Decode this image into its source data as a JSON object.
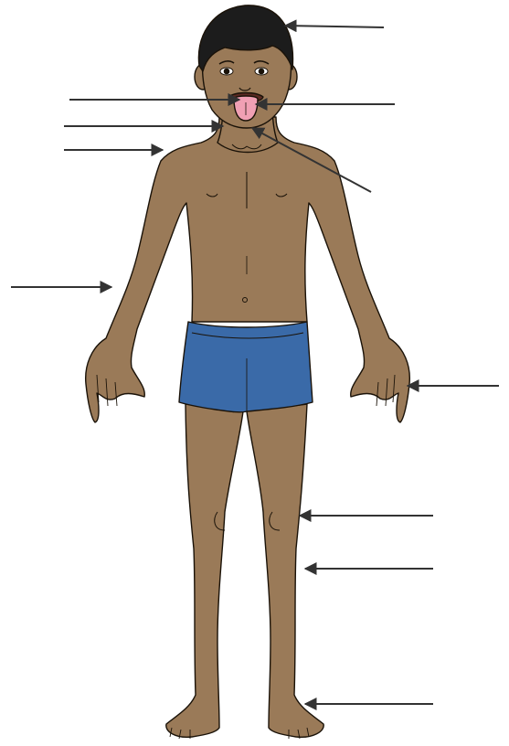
{
  "figure": {
    "background": "#ffffff",
    "skin_color": "#9a7a58",
    "skin_outline": "#1a1208",
    "hair_color": "#1c1c1c",
    "shorts_color": "#3a6aa8",
    "tongue_color": "#f0a0b4",
    "arrow_color": "#333333"
  },
  "labels": [
    {
      "id": "hair",
      "text": ""
    },
    {
      "id": "mouth",
      "text": ""
    },
    {
      "id": "tongue",
      "text": ""
    },
    {
      "id": "chin",
      "text": ""
    },
    {
      "id": "neck",
      "text": ""
    },
    {
      "id": "shoulder",
      "text": ""
    },
    {
      "id": "elbow",
      "text": ""
    },
    {
      "id": "fingers",
      "text": ""
    },
    {
      "id": "knee",
      "text": ""
    },
    {
      "id": "leg",
      "text": ""
    },
    {
      "id": "ankle",
      "text": ""
    }
  ]
}
